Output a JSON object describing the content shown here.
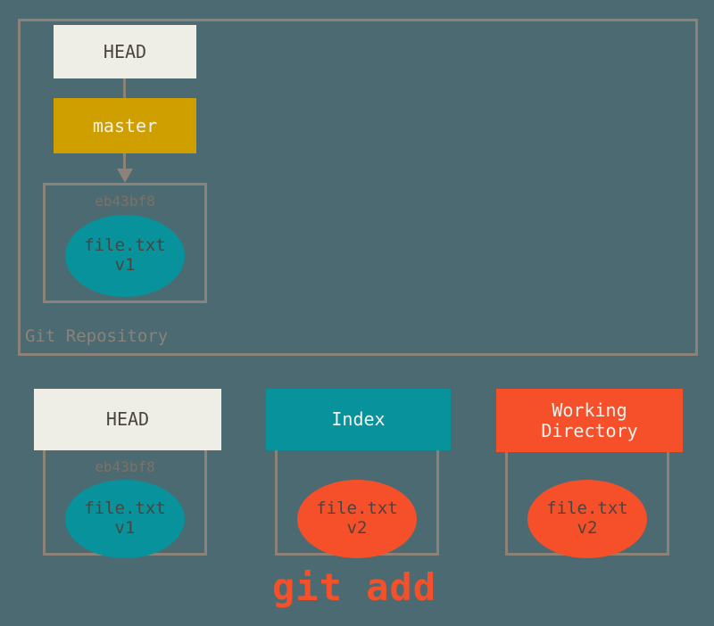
{
  "diagram": {
    "title_label": "Git Repository",
    "caption": "git add",
    "colors": {
      "background": "#4c6a72",
      "frame": "#8c8277",
      "head_box": "#efeee6",
      "master_box": "#cf9f00",
      "index_box": "#08929c",
      "working_dir_box": "#f5502a",
      "blob_v1": "#08929c",
      "blob_v2": "#f5502a",
      "caption_color": "#f5502a",
      "hash_text": "#7d7265"
    }
  },
  "repository": {
    "head_label": "HEAD",
    "branch_label": "master",
    "commit": {
      "hash": "eb43bf8",
      "blob_name": "file.txt",
      "blob_version": "v1"
    }
  },
  "areas": [
    {
      "id": "head",
      "header_label": "HEAD",
      "hash": "eb43bf8",
      "blob_name": "file.txt",
      "blob_version": "v1"
    },
    {
      "id": "index",
      "header_label": "Index",
      "hash": "",
      "blob_name": "file.txt",
      "blob_version": "v2"
    },
    {
      "id": "working-directory",
      "header_label": "Working\nDirectory",
      "hash": "",
      "blob_name": "file.txt",
      "blob_version": "v2"
    }
  ]
}
